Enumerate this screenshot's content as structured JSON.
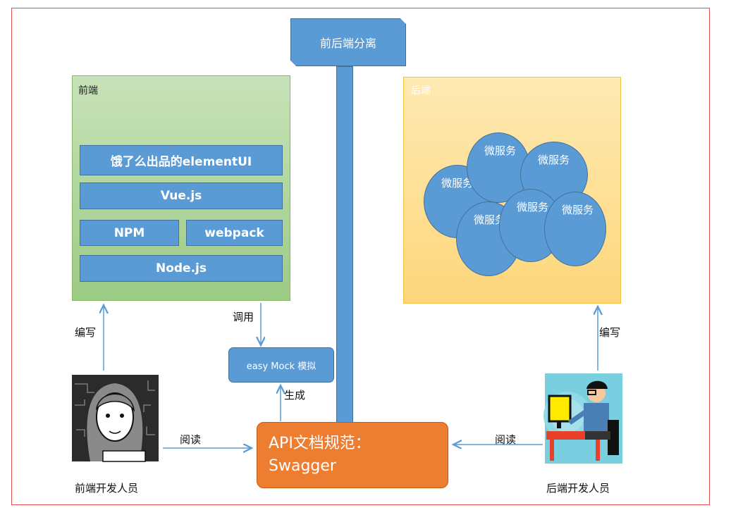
{
  "banner": "前后端分离",
  "frontend": {
    "label": "前端",
    "layers": {
      "elementui": "饿了么出品的elementUI",
      "vue": "Vue.js",
      "npm": "NPM",
      "webpack": "webpack",
      "node": "Node.js"
    }
  },
  "backend": {
    "label": "后端",
    "microservice": "微服务",
    "microservice_count": 6
  },
  "mock": "easy Mock 模拟",
  "swagger": {
    "line1": "API文档规范：",
    "line2": "Swagger"
  },
  "labels": {
    "call": "调用",
    "generate": "生成",
    "write_left": "编写",
    "write_right": "编写",
    "read_left": "阅读",
    "read_right": "阅读"
  },
  "people": {
    "frontend_dev": "前端开发人员",
    "backend_dev": "后端开发人员"
  },
  "colors": {
    "blue": "#5b9bd5",
    "orange": "#ed7d31",
    "green_panel": "#a9d18e",
    "yellow_panel": "#ffd966",
    "frame": "#e05050"
  }
}
